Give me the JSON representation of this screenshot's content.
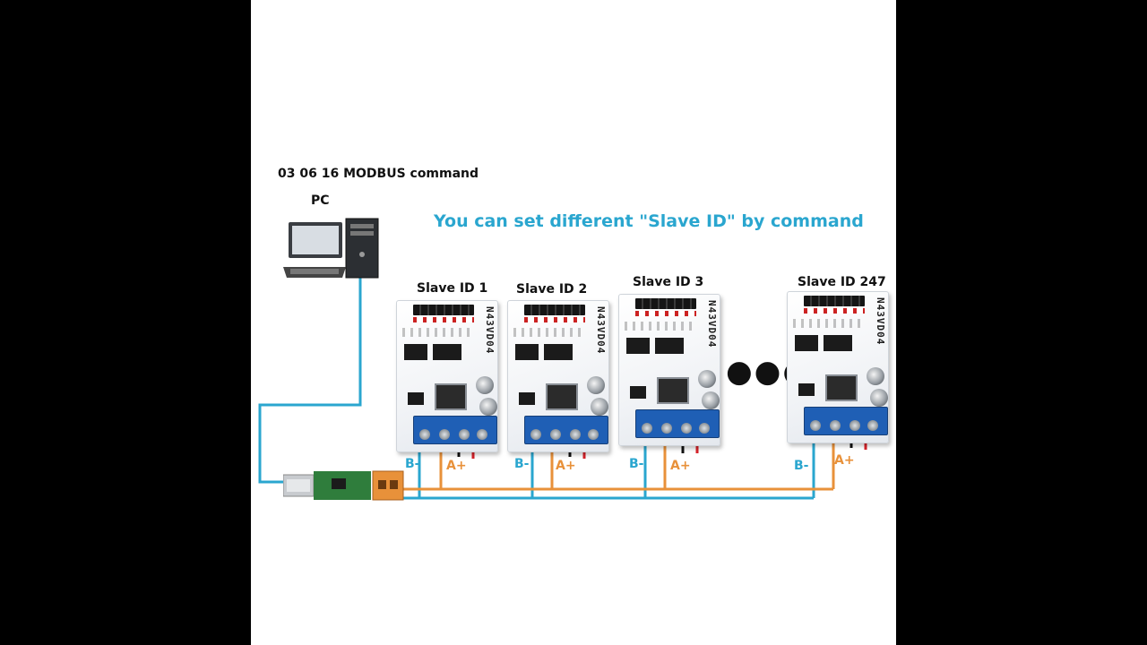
{
  "command_label": "03 06 16 MODBUS command",
  "pc_label": "PC",
  "headline": "You can set different \"Slave ID\" by command",
  "board_model": "N43VD04",
  "slaves": [
    {
      "label": "Slave ID 1"
    },
    {
      "label": "Slave ID 2"
    },
    {
      "label": "Slave ID 3"
    },
    {
      "label": "Slave ID 247"
    }
  ],
  "pins": {
    "b_minus": "B-",
    "a_plus": "A+"
  },
  "colors": {
    "bus_blue": "#2aa6cf",
    "bus_orange": "#e8913a",
    "headline": "#2aa6cf"
  }
}
